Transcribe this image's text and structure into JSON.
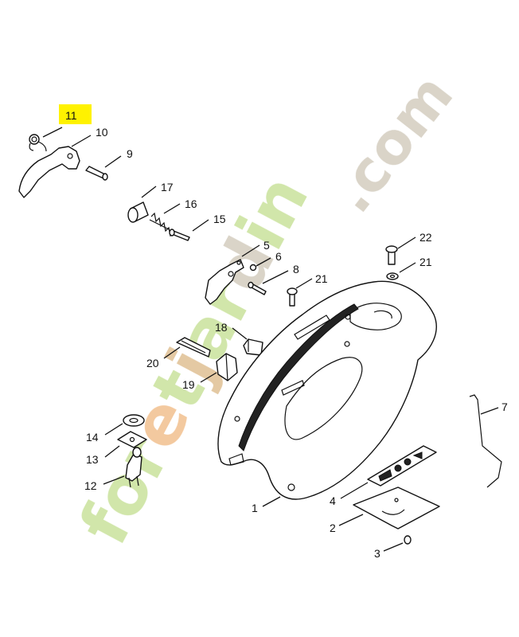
{
  "watermark": {
    "text_parts": [
      "for",
      "e",
      "t",
      "j",
      "ar",
      "d",
      "in",
      ".com"
    ],
    "colors": [
      "#cfe5a6",
      "#f3c79a",
      "#cfe5a6",
      "#e3c79f",
      "#cfe5a6",
      "#d8d2c6",
      "#cfe5a6",
      "#d8d2c6"
    ]
  },
  "highlight_color": "#fff200",
  "labels": {
    "p11": "11",
    "p10": "10",
    "p9": "9",
    "p17": "17",
    "p16": "16",
    "p15": "15",
    "p5": "5",
    "p6": "6",
    "p8": "8",
    "p21a": "21",
    "p22": "22",
    "p21b": "21",
    "p18": "18",
    "p20": "20",
    "p19": "19",
    "p7": "7",
    "p14": "14",
    "p13": "13",
    "p12": "12",
    "p1": "1",
    "p4": "4",
    "p2": "2",
    "p3": "3"
  }
}
